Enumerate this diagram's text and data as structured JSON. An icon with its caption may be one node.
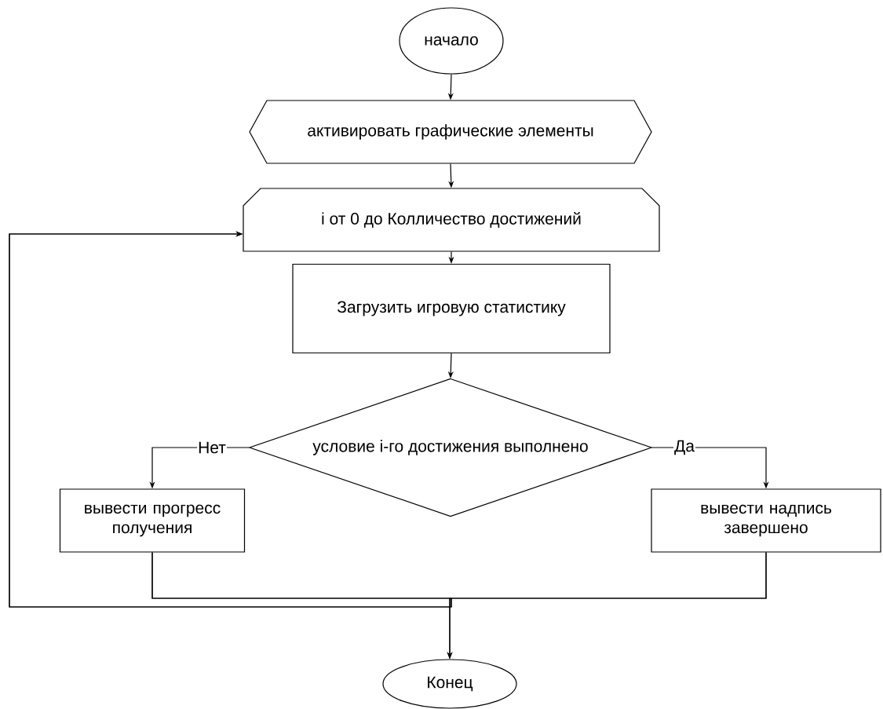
{
  "diagram": {
    "nodes": [
      {
        "text": [
          "начало"
        ]
      },
      {
        "text": [
          "активировать графические элементы"
        ]
      },
      {
        "text": [
          "i от 0 до Колличество достижений"
        ]
      },
      {
        "text": [
          "Загрузить игровую статистику"
        ]
      },
      {
        "text": [
          "условие i-го достижения выполнено"
        ]
      },
      {
        "text": [
          "вывести прогресс получения"
        ]
      },
      {
        "text": [
          "вывести надпись завершено"
        ]
      },
      {
        "text": [
          "Конец"
        ]
      }
    ],
    "edges": [
      {
        "from": 0,
        "to": 1,
        "arrow": "to"
      },
      {
        "from": 1,
        "to": 2,
        "arrow": "to"
      },
      {
        "from": 2,
        "to": 3,
        "arrow": "to"
      },
      {
        "from": 3,
        "to": 4,
        "arrow": "to"
      },
      {
        "from": 4,
        "to": 5,
        "arrow": "to",
        "label": "Нет"
      },
      {
        "from": 4,
        "to": 6,
        "arrow": "to",
        "label": "Да"
      },
      {
        "from": 5,
        "to": 7,
        "arrow": "to"
      },
      {
        "from": 6,
        "to": 7,
        "arrow": "to"
      },
      {
        "from": 5,
        "to": 2,
        "arrow": "to"
      },
      {
        "from": 6,
        "to": 2,
        "arrow": "to"
      }
    ]
  }
}
